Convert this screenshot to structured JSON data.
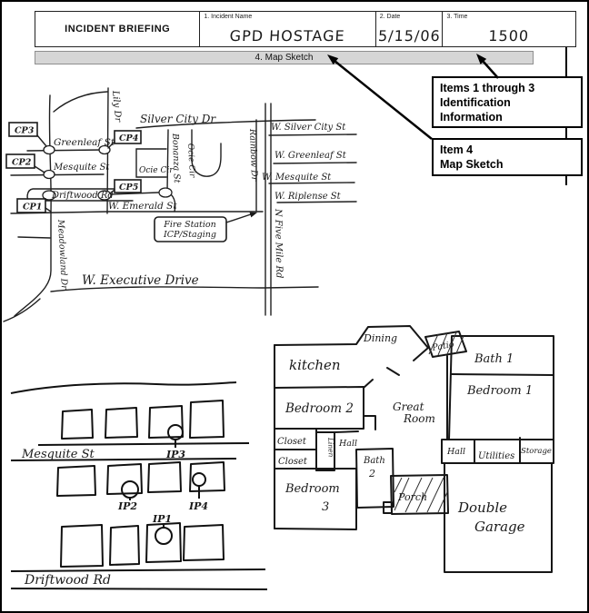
{
  "form": {
    "title": "INCIDENT BRIEFING",
    "fields": [
      {
        "label": "1. Incident Name",
        "value": "GPD HOSTAGE"
      },
      {
        "label": "2. Date",
        "value": "5/15/06"
      },
      {
        "label": "3. Time",
        "value": "1500"
      }
    ],
    "section4_label": "4. Map Sketch"
  },
  "callouts": {
    "items_1_3": {
      "line1": "Items 1 through 3",
      "line2": "Identification",
      "line3": "Information"
    },
    "item_4": {
      "line1": "Item 4",
      "line2": "Map Sketch"
    }
  },
  "street_map": {
    "labels": {
      "lily_dr": "Lily Dr",
      "silver_city_dr": "Silver City Dr",
      "greenleaf_st": "Greenleaf St",
      "mesquite_st": "Mesquite St",
      "driftwood_rd": "Driftwood Rd",
      "w_emerald_st": "W. Emerald St",
      "ocie_cir_loop": "Ocie Cir",
      "ocie_cir_vertical": "Ocie Cir",
      "bonanza_st": "Bonanza St",
      "rainbow_dr": "Rainbow Dr",
      "n_five_mile_rd": "N Five Mile Rd",
      "w_silver_city_st": "W. Silver City St",
      "w_greenleaf_st": "W. Greenleaf St",
      "w_mesquite_st": "W. Mesquite St",
      "w_riplense_st": "W. Riplense St",
      "meadowland_dr": "Meadowland Dr",
      "w_executive_drive": "W. Executive Drive"
    },
    "command_posts": {
      "cp1": "CP1",
      "cp2": "CP2",
      "cp3": "CP3",
      "cp4": "CP4",
      "cp5": "CP5"
    },
    "fire_station": [
      "Fire Station",
      "ICP/Staging"
    ]
  },
  "neighborhood": {
    "streets": {
      "mesquite_st": "Mesquite St",
      "driftwood_rd": "Driftwood Rd"
    },
    "incident_points": {
      "ip1": "IP1",
      "ip2": "IP2",
      "ip3": "IP3",
      "ip4": "IP4"
    }
  },
  "floor_plan": {
    "rooms": {
      "kitchen": "kitchen",
      "dining": "Dining",
      "patio": "Patio",
      "bath1": "Bath 1",
      "bedroom1": "Bedroom 1",
      "bedroom2": "Bedroom 2",
      "great_room": [
        "Great",
        "Room"
      ],
      "closet_upper": "Closet",
      "closet_lower": "Closet",
      "linen": "Linen",
      "hall_left": "Hall",
      "bath2": [
        "Bath",
        "2"
      ],
      "bedroom3": [
        "Bedroom",
        "3"
      ],
      "porch": "Porch",
      "hall_right": "Hall",
      "utilities": "Utilities",
      "storage": "Storage",
      "double_garage": [
        "Double",
        "Garage"
      ]
    }
  }
}
